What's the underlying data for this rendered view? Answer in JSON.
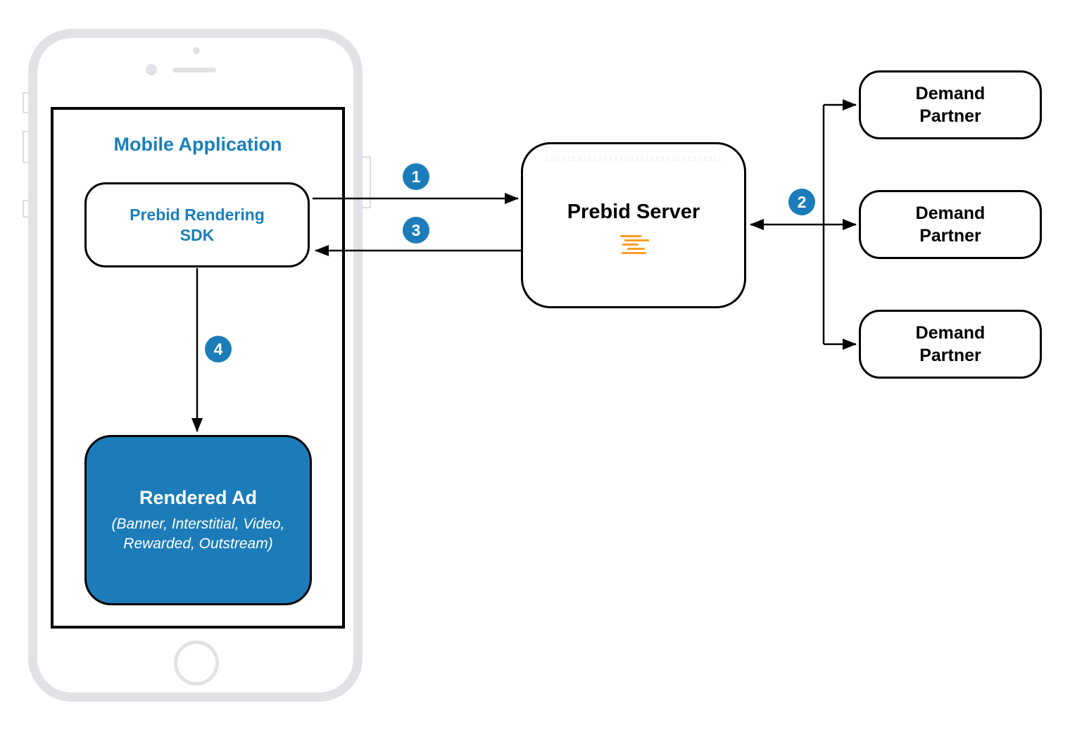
{
  "colors": {
    "accent_blue": "#1c7cba",
    "text_blue": "#1a7fbe",
    "prebid_orange": "#fb9d23",
    "box_border": "#000000",
    "phone_gray": "#e2e2e6"
  },
  "mobile_application": {
    "title": "Mobile Application"
  },
  "sdk": {
    "line1": "Prebid Rendering",
    "line2": "SDK"
  },
  "server": {
    "title": "Prebid Server",
    "watermark": "10101101011010110101101011010110101",
    "logo_icon": "prebid-lines-icon"
  },
  "rendered_ad": {
    "title": "Rendered Ad",
    "subtitle1": "(Banner, Interstitial, Video,",
    "subtitle2": "Rewarded, Outstream)"
  },
  "demand_partners": [
    {
      "label": "Demand Partner"
    },
    {
      "label": "Demand Partner"
    },
    {
      "label": "Demand Partner"
    }
  ],
  "steps": {
    "s1": "1",
    "s2": "2",
    "s3": "3",
    "s4": "4"
  }
}
